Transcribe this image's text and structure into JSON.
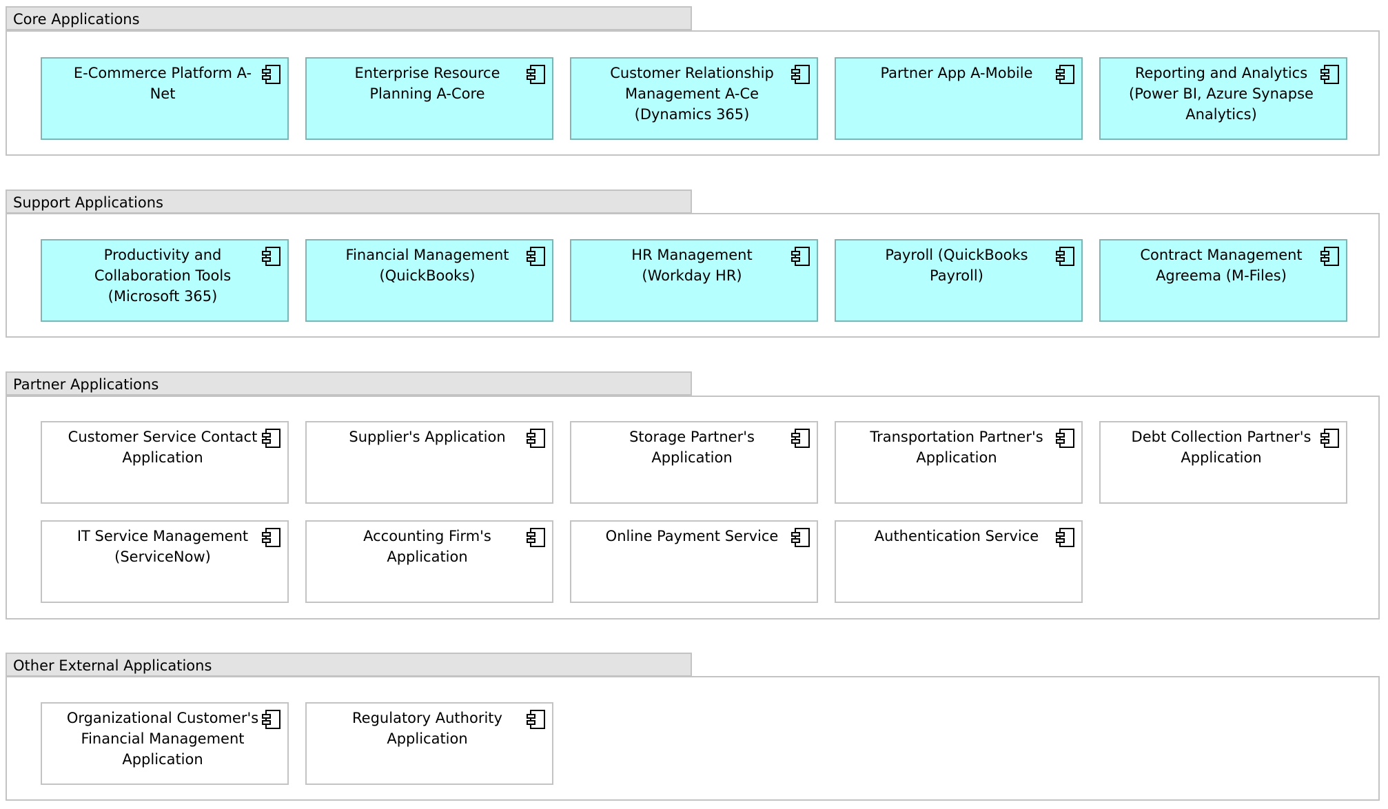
{
  "diagram_type": "application-landscape",
  "colors": {
    "core_fill": "#b5ffff",
    "core_border": "#80b3b3",
    "external_fill": "#ffffff",
    "external_border": "#c3c3c3",
    "group_header_fill": "#e3e3e3",
    "group_border": "#c3c3c3"
  },
  "groups": [
    {
      "title": "Core Applications",
      "style": "core",
      "nodes": [
        {
          "label": "E-Commerce Platform A-Net",
          "icon": "application-component-icon"
        },
        {
          "label": "Enterprise Resource Planning A-Core",
          "icon": "application-component-icon"
        },
        {
          "label": "Customer Relationship Management A-Ce (Dynamics 365)",
          "icon": "application-component-icon"
        },
        {
          "label": "Partner App A-Mobile",
          "icon": "application-component-icon"
        },
        {
          "label": "Reporting and Analytics (Power BI, Azure Synapse Analytics)",
          "icon": "application-component-icon"
        }
      ]
    },
    {
      "title": "Support Applications",
      "style": "core",
      "nodes": [
        {
          "label": "Productivity and Collaboration Tools (Microsoft 365)",
          "icon": "application-component-icon"
        },
        {
          "label": "Financial Management (QuickBooks)",
          "icon": "application-component-icon"
        },
        {
          "label": "HR Management (Workday HR)",
          "icon": "application-component-icon"
        },
        {
          "label": "Payroll (QuickBooks Payroll)",
          "icon": "application-component-icon"
        },
        {
          "label": "Contract Management Agreema (M-Files)",
          "icon": "application-component-icon"
        }
      ]
    },
    {
      "title": "Partner Applications",
      "style": "external",
      "nodes": [
        {
          "label": "Customer Service Contact Application",
          "icon": "application-component-icon"
        },
        {
          "label": "Supplier's Application",
          "icon": "application-component-icon"
        },
        {
          "label": "Storage Partner's Application",
          "icon": "application-component-icon"
        },
        {
          "label": "Transportation Partner's Application",
          "icon": "application-component-icon"
        },
        {
          "label": "Debt Collection Partner's Application",
          "icon": "application-component-icon"
        },
        {
          "label": "IT Service Management (ServiceNow)",
          "icon": "application-component-icon"
        },
        {
          "label": "Accounting Firm's Application",
          "icon": "application-component-icon"
        },
        {
          "label": "Online Payment Service",
          "icon": "application-component-icon"
        },
        {
          "label": "Authentication Service",
          "icon": "application-component-icon"
        }
      ]
    },
    {
      "title": "Other External Applications",
      "style": "external",
      "nodes": [
        {
          "label": "Organizational Customer's Financial Management Application",
          "icon": "application-component-icon"
        },
        {
          "label": "Regulatory Authority Application",
          "icon": "application-component-icon"
        }
      ]
    }
  ]
}
